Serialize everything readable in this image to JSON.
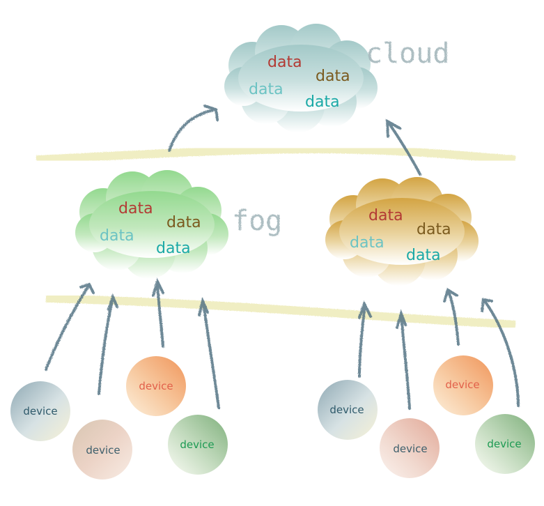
{
  "labels": {
    "cloud_layer": "cloud",
    "fog_layer": "fog"
  },
  "colors": {
    "data_red": "#b33a34",
    "data_olive": "#7a5a1e",
    "data_light_teal": "#6cc3c3",
    "data_teal": "#1aa9a6",
    "arrow": "#4f6f82",
    "layer_line": "#e9e6a8",
    "cloud_top": "#a9cdcb",
    "fog_left_top": "#97d993",
    "fog_right_top": "#d4a544"
  },
  "clouds": [
    {
      "id": "cloud",
      "words": [
        "data",
        "data",
        "data",
        "data"
      ]
    },
    {
      "id": "fog-left",
      "words": [
        "data",
        "data",
        "data",
        "data"
      ]
    },
    {
      "id": "fog-right",
      "words": [
        "data",
        "data",
        "data",
        "data"
      ]
    }
  ],
  "devices": {
    "left": [
      {
        "label": "device",
        "style": "blue-grey"
      },
      {
        "label": "device",
        "style": "rose"
      },
      {
        "label": "device",
        "style": "orange"
      },
      {
        "label": "device",
        "style": "green"
      }
    ],
    "right": [
      {
        "label": "device",
        "style": "blue-grey"
      },
      {
        "label": "device",
        "style": "rose"
      },
      {
        "label": "device",
        "style": "orange"
      },
      {
        "label": "device",
        "style": "green"
      }
    ]
  }
}
